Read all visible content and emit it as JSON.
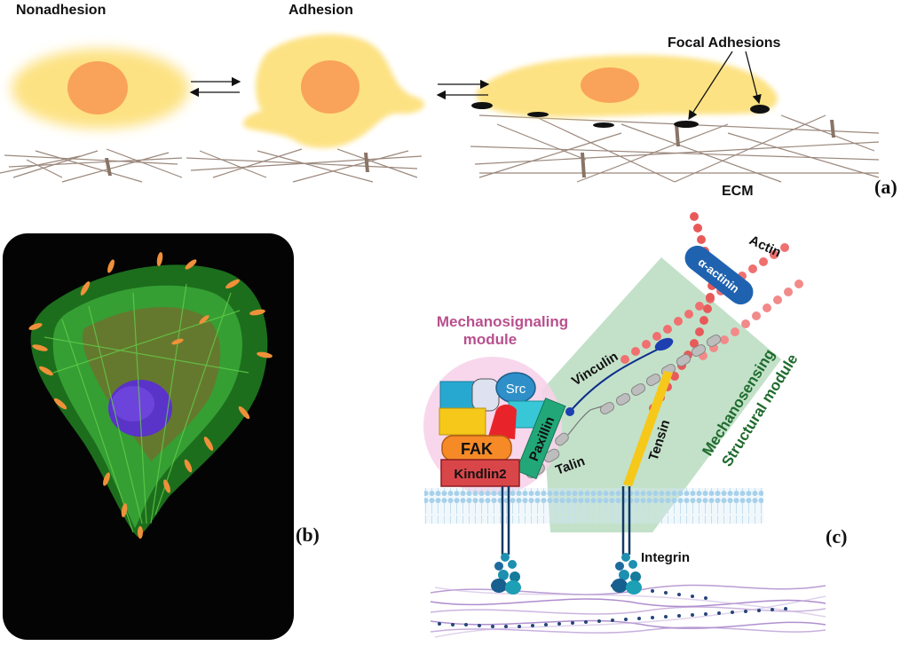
{
  "panel_a": {
    "label": "(a)",
    "states": [
      "Nonadhesion",
      "Adhesion"
    ],
    "focal_adhesions": "Focal Adhesions",
    "ecm": "ECM"
  },
  "panel_b": {
    "label": "(b)"
  },
  "panel_c": {
    "label": "(c)",
    "mechanosignaling_line1": "Mechanosignaling",
    "mechanosignaling_line2": "module",
    "mechanosensing_line1": "Mechanosensing",
    "mechanosensing_line2": "Structural module",
    "proteins": {
      "actin": "Actin",
      "alpha_actinin": "α-actinin",
      "vinculin": "Vinculin",
      "src": "Src",
      "fak": "FAK",
      "paxillin": "Paxillin",
      "kindlin2": "Kindlin2",
      "talin": "Talin",
      "tensin": "Tensin",
      "integrin": "Integrin"
    }
  },
  "colors": {
    "cell": "#fde283",
    "nucleus": "#f9a35a",
    "fibers": "#8a7466",
    "mechanosignaling_text": "#b8508e",
    "mechanosensing_text": "#1f6b2e",
    "module_green": "#b9dcc0",
    "membrane": "#b8dcef"
  }
}
